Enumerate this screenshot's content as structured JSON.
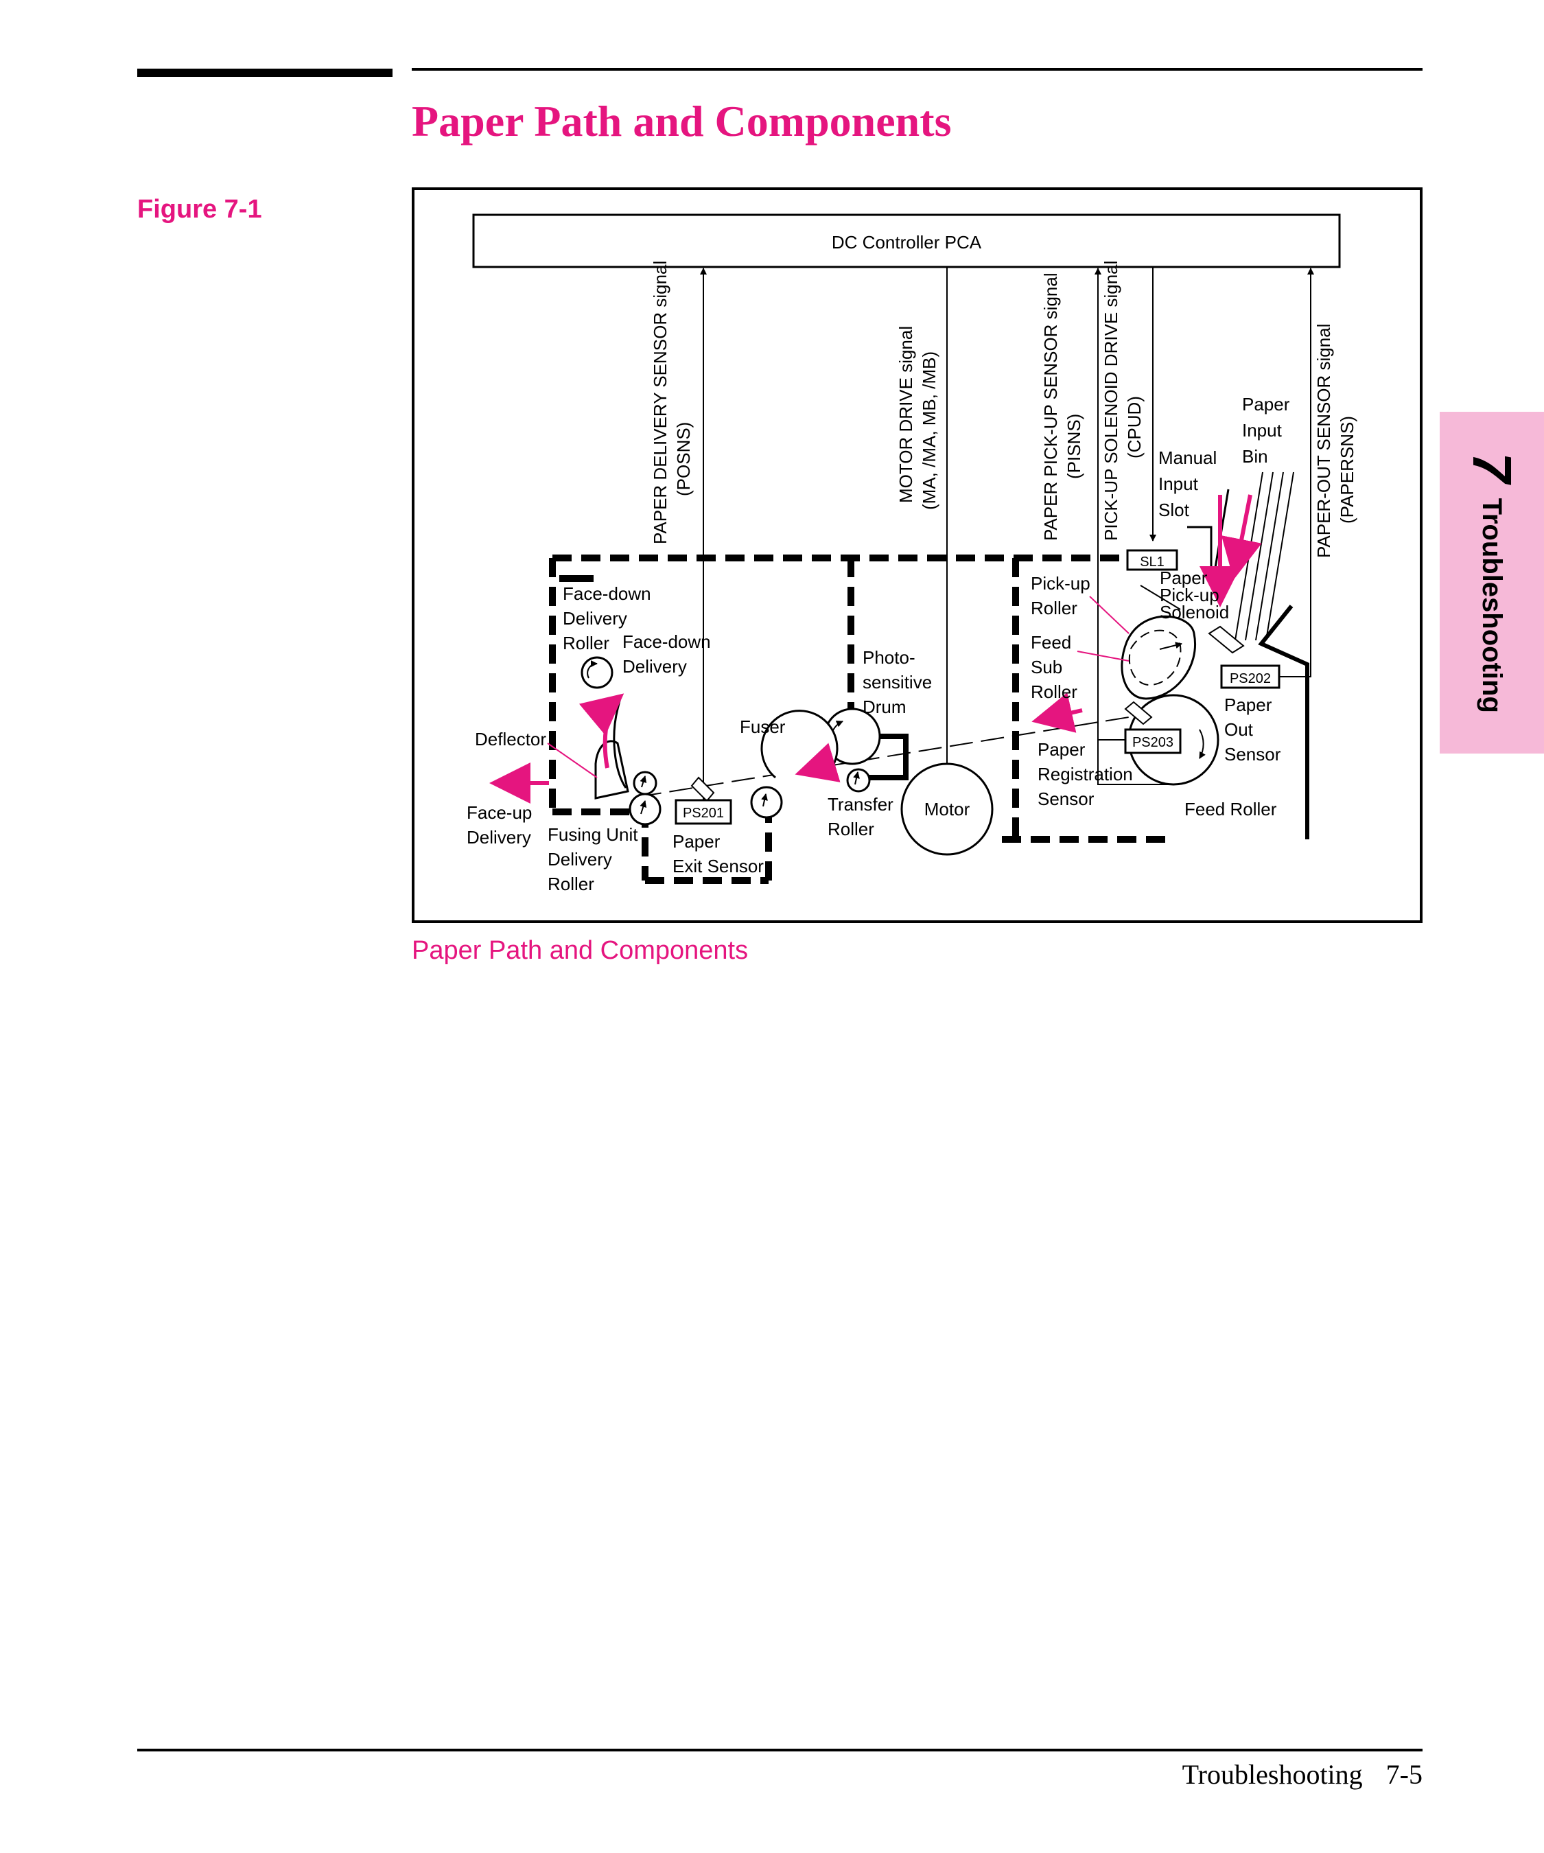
{
  "page": {
    "title": "Paper Path and Components",
    "figure_label": "Figure 7-1",
    "caption": "Paper Path and Components",
    "accent_color": "#e5157f",
    "tab_color": "#f6b9d8"
  },
  "side_tab": {
    "chapter_number": "7",
    "chapter_title": "Troubleshooting"
  },
  "footer": {
    "section": "Troubleshooting",
    "page_number": "7-5"
  },
  "diagram": {
    "controller": "DC Controller PCA",
    "signals": {
      "delivery_1": "PAPER DELIVERY SENSOR signal",
      "delivery_2": "(POSNS)",
      "motor_1": "MOTOR DRIVE signal",
      "motor_2": "(MA, /MA, MB, /MB)",
      "pickup_1": "PAPER PICK-UP SENSOR signal",
      "pickup_2": "(PISNS)",
      "solenoid_1": "PICK-UP SOLENOID DRIVE signal",
      "solenoid_2": "(CPUD)",
      "paperout_1": "PAPER-OUT SENSOR signal",
      "paperout_2": "(PAPERSNS)"
    },
    "sensors": {
      "sl1": "SL1",
      "ps201": "PS201",
      "ps202": "PS202",
      "ps203": "PS203"
    },
    "labels": {
      "manual_input_slot": [
        "Manual",
        "Input",
        "Slot"
      ],
      "paper_input_bin": [
        "Paper",
        "Input",
        "Bin"
      ],
      "pickup_solenoid": [
        "Paper",
        "Pick-up",
        "Solenoid"
      ],
      "pickup_roller": [
        "Pick-up",
        "Roller"
      ],
      "feed_sub_roller": [
        "Feed",
        "Sub",
        "Roller"
      ],
      "registration_sensor": [
        "Paper",
        "Registration",
        "Sensor"
      ],
      "paper_out_sensor": [
        "Paper",
        "Out",
        "Sensor"
      ],
      "feed_roller": "Feed Roller",
      "drum": [
        "Photo-",
        "sensitive",
        "Drum"
      ],
      "transfer_roller": [
        "Transfer",
        "Roller"
      ],
      "motor": "Motor",
      "fuser": "Fuser",
      "exit_sensor": [
        "Paper",
        "Exit Sensor"
      ],
      "fusing_delivery": [
        "Fusing Unit",
        "Delivery",
        "Roller"
      ],
      "face_up": [
        "Face-up",
        "Delivery"
      ],
      "deflector": "Deflector",
      "face_down_roller": [
        "Face-down",
        "Delivery",
        "Roller"
      ],
      "face_down_delivery": [
        "Face-down",
        "Delivery"
      ]
    }
  }
}
